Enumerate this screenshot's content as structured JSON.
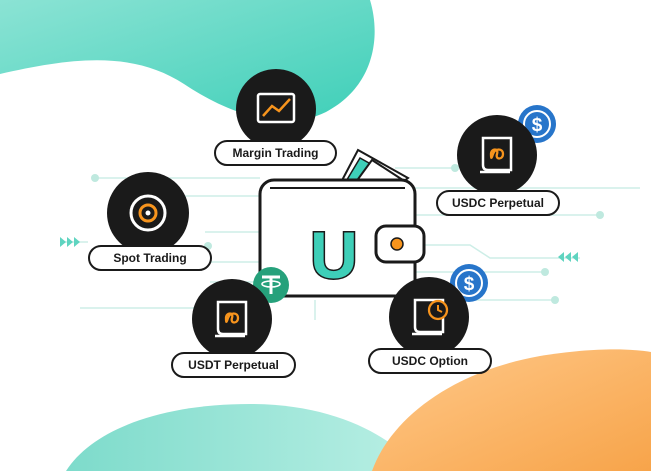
{
  "wallet": {
    "letter": "U"
  },
  "products": {
    "margin_trading": "Margin Trading",
    "spot_trading": "Spot Trading",
    "usdc_perpetual": "USDC Perpetual",
    "usdt_perpetual": "USDT Perpetual",
    "usdc_option": "USDC Option"
  },
  "icons": {
    "margin_trading": "trend-chart-icon",
    "spot_trading": "target-icon",
    "usdc_perpetual": "infinity-contract-icon",
    "usdt_perpetual": "infinity-contract-icon",
    "usdc_option": "clock-contract-icon",
    "usdc_badge": "usdc-coin-icon",
    "usdt_badge": "tether-coin-icon"
  },
  "colors": {
    "teal": "#3ecfb8",
    "orange": "#f7a44a",
    "dark": "#1a1a1a",
    "usdc_blue": "#2775ca",
    "tether_green": "#26a17b",
    "line": "#cdeee7"
  }
}
